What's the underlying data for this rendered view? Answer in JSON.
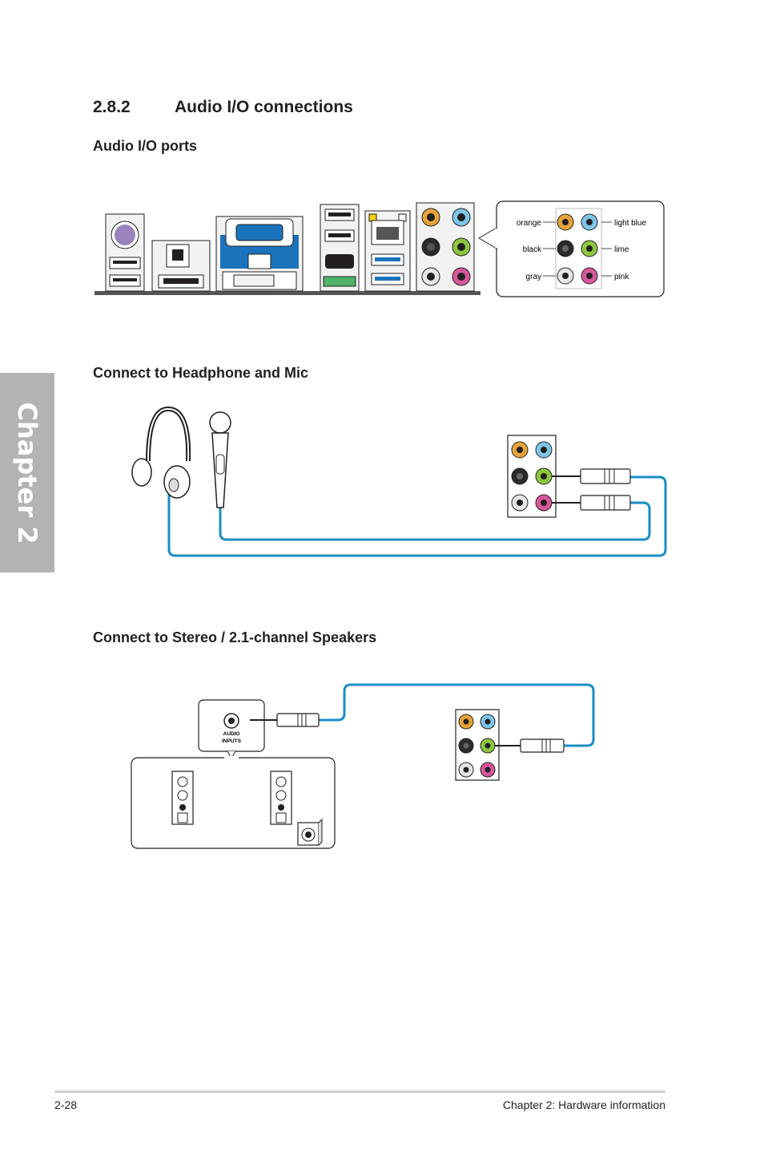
{
  "section": {
    "number": "2.8.2",
    "title": "Audio I/O connections"
  },
  "subsections": {
    "ports": "Audio I/O ports",
    "headphone": "Connect to Headphone and Mic",
    "speakers": "Connect to Stereo / 2.1-channel Speakers"
  },
  "jack_labels": {
    "orange": "orange",
    "light_blue": "light blue",
    "black": "black",
    "lime": "lime",
    "gray": "gray",
    "pink": "pink"
  },
  "speaker_box": {
    "line1": "AUDIO",
    "line2": "INPUTS"
  },
  "chapter_tab": "Chapter 2",
  "footer": {
    "page": "2-28",
    "chapter": "Chapter 2: Hardware information"
  },
  "colors": {
    "orange": "#e5a33a",
    "light_blue": "#7fc6e8",
    "black": "#2b2b2b",
    "lime": "#8dc63f",
    "gray": "#e6e6e6",
    "pink": "#d7579b",
    "cable": "#1a8ec4",
    "vga_blue": "#1b74bb",
    "tab_gray": "#b3b3b3"
  }
}
